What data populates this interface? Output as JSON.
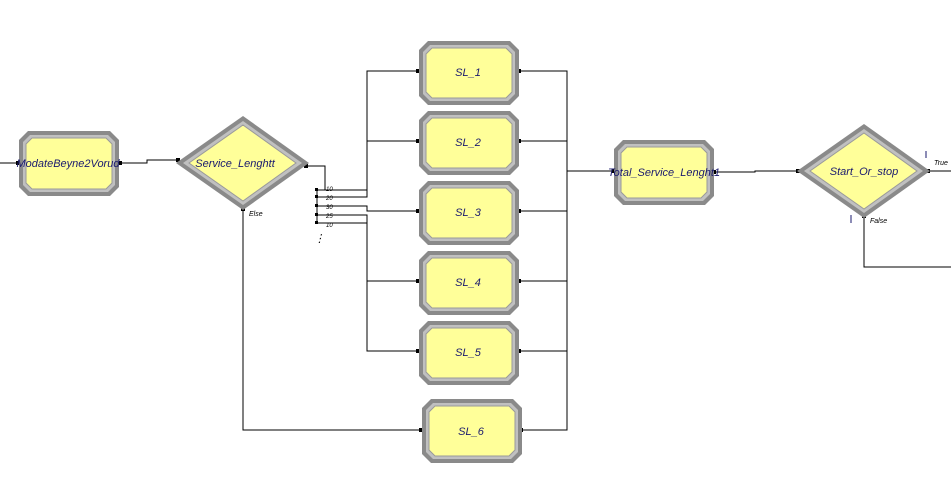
{
  "modules": {
    "modate": "ModateBeyne2Vorud",
    "decide_service": "Service_Lenghtt",
    "sl1": "SL_1",
    "sl2": "SL_2",
    "sl3": "SL_3",
    "sl4": "SL_4",
    "sl5": "SL_5",
    "sl6": "SL_6",
    "total": "Total_Service_Lenght1",
    "decide_start": "Start_Or_stop"
  },
  "branches": {
    "percentages": [
      "10",
      "20",
      "30",
      "25",
      "10"
    ],
    "else_label": "Else",
    "true_label": "True",
    "false_label": "False",
    "more_marker": "⋮"
  },
  "colors": {
    "module_fill": "#ffff99",
    "module_border": "#7f7f7f",
    "connector": "#000000",
    "text": "#1a1a6e"
  }
}
